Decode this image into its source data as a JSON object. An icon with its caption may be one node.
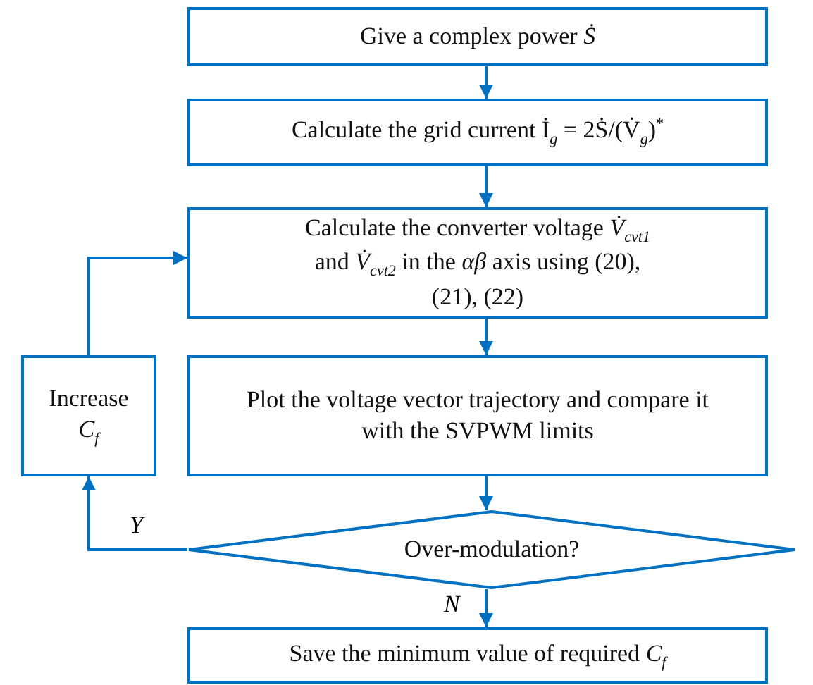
{
  "diagram": {
    "nodes": [
      {
        "text": [
          "Give a complex power *Ṡ*"
        ]
      },
      {
        "text": [
          "Calculate the grid current İ$_{g}$ = 2Ṡ/(V̇$_{g}$)$^{*}$"
        ]
      },
      {
        "text": [
          "Calculate the converter voltage *V̇*$_{cvt1}$ and *V̇*$_{cvt2}$ in the *αβ* axis using (20), (21), (22)"
        ]
      },
      {
        "text": [
          "Plot the voltage vector trajectory and compare it with the SVPWM limits"
        ]
      },
      {
        "text": [
          "Increase *C*$_{f}$"
        ]
      },
      {
        "text": [
          "Over-modulation?"
        ]
      },
      {
        "text": [
          "Save the minimum value of required *C*$_{f}$"
        ]
      }
    ],
    "edges": [
      {
        "from": 0,
        "to": 1,
        "arrow": "to"
      },
      {
        "from": 1,
        "to": 2,
        "arrow": "to"
      },
      {
        "from": 2,
        "to": 3,
        "arrow": "to"
      },
      {
        "from": 3,
        "to": 5,
        "arrow": "to"
      },
      {
        "from": 5,
        "to": 6,
        "label": "N",
        "arrow": "to"
      },
      {
        "from": 5,
        "to": 4,
        "label": "Y",
        "arrow": "to"
      },
      {
        "from": 4,
        "to": 2,
        "arrow": "to"
      }
    ]
  }
}
